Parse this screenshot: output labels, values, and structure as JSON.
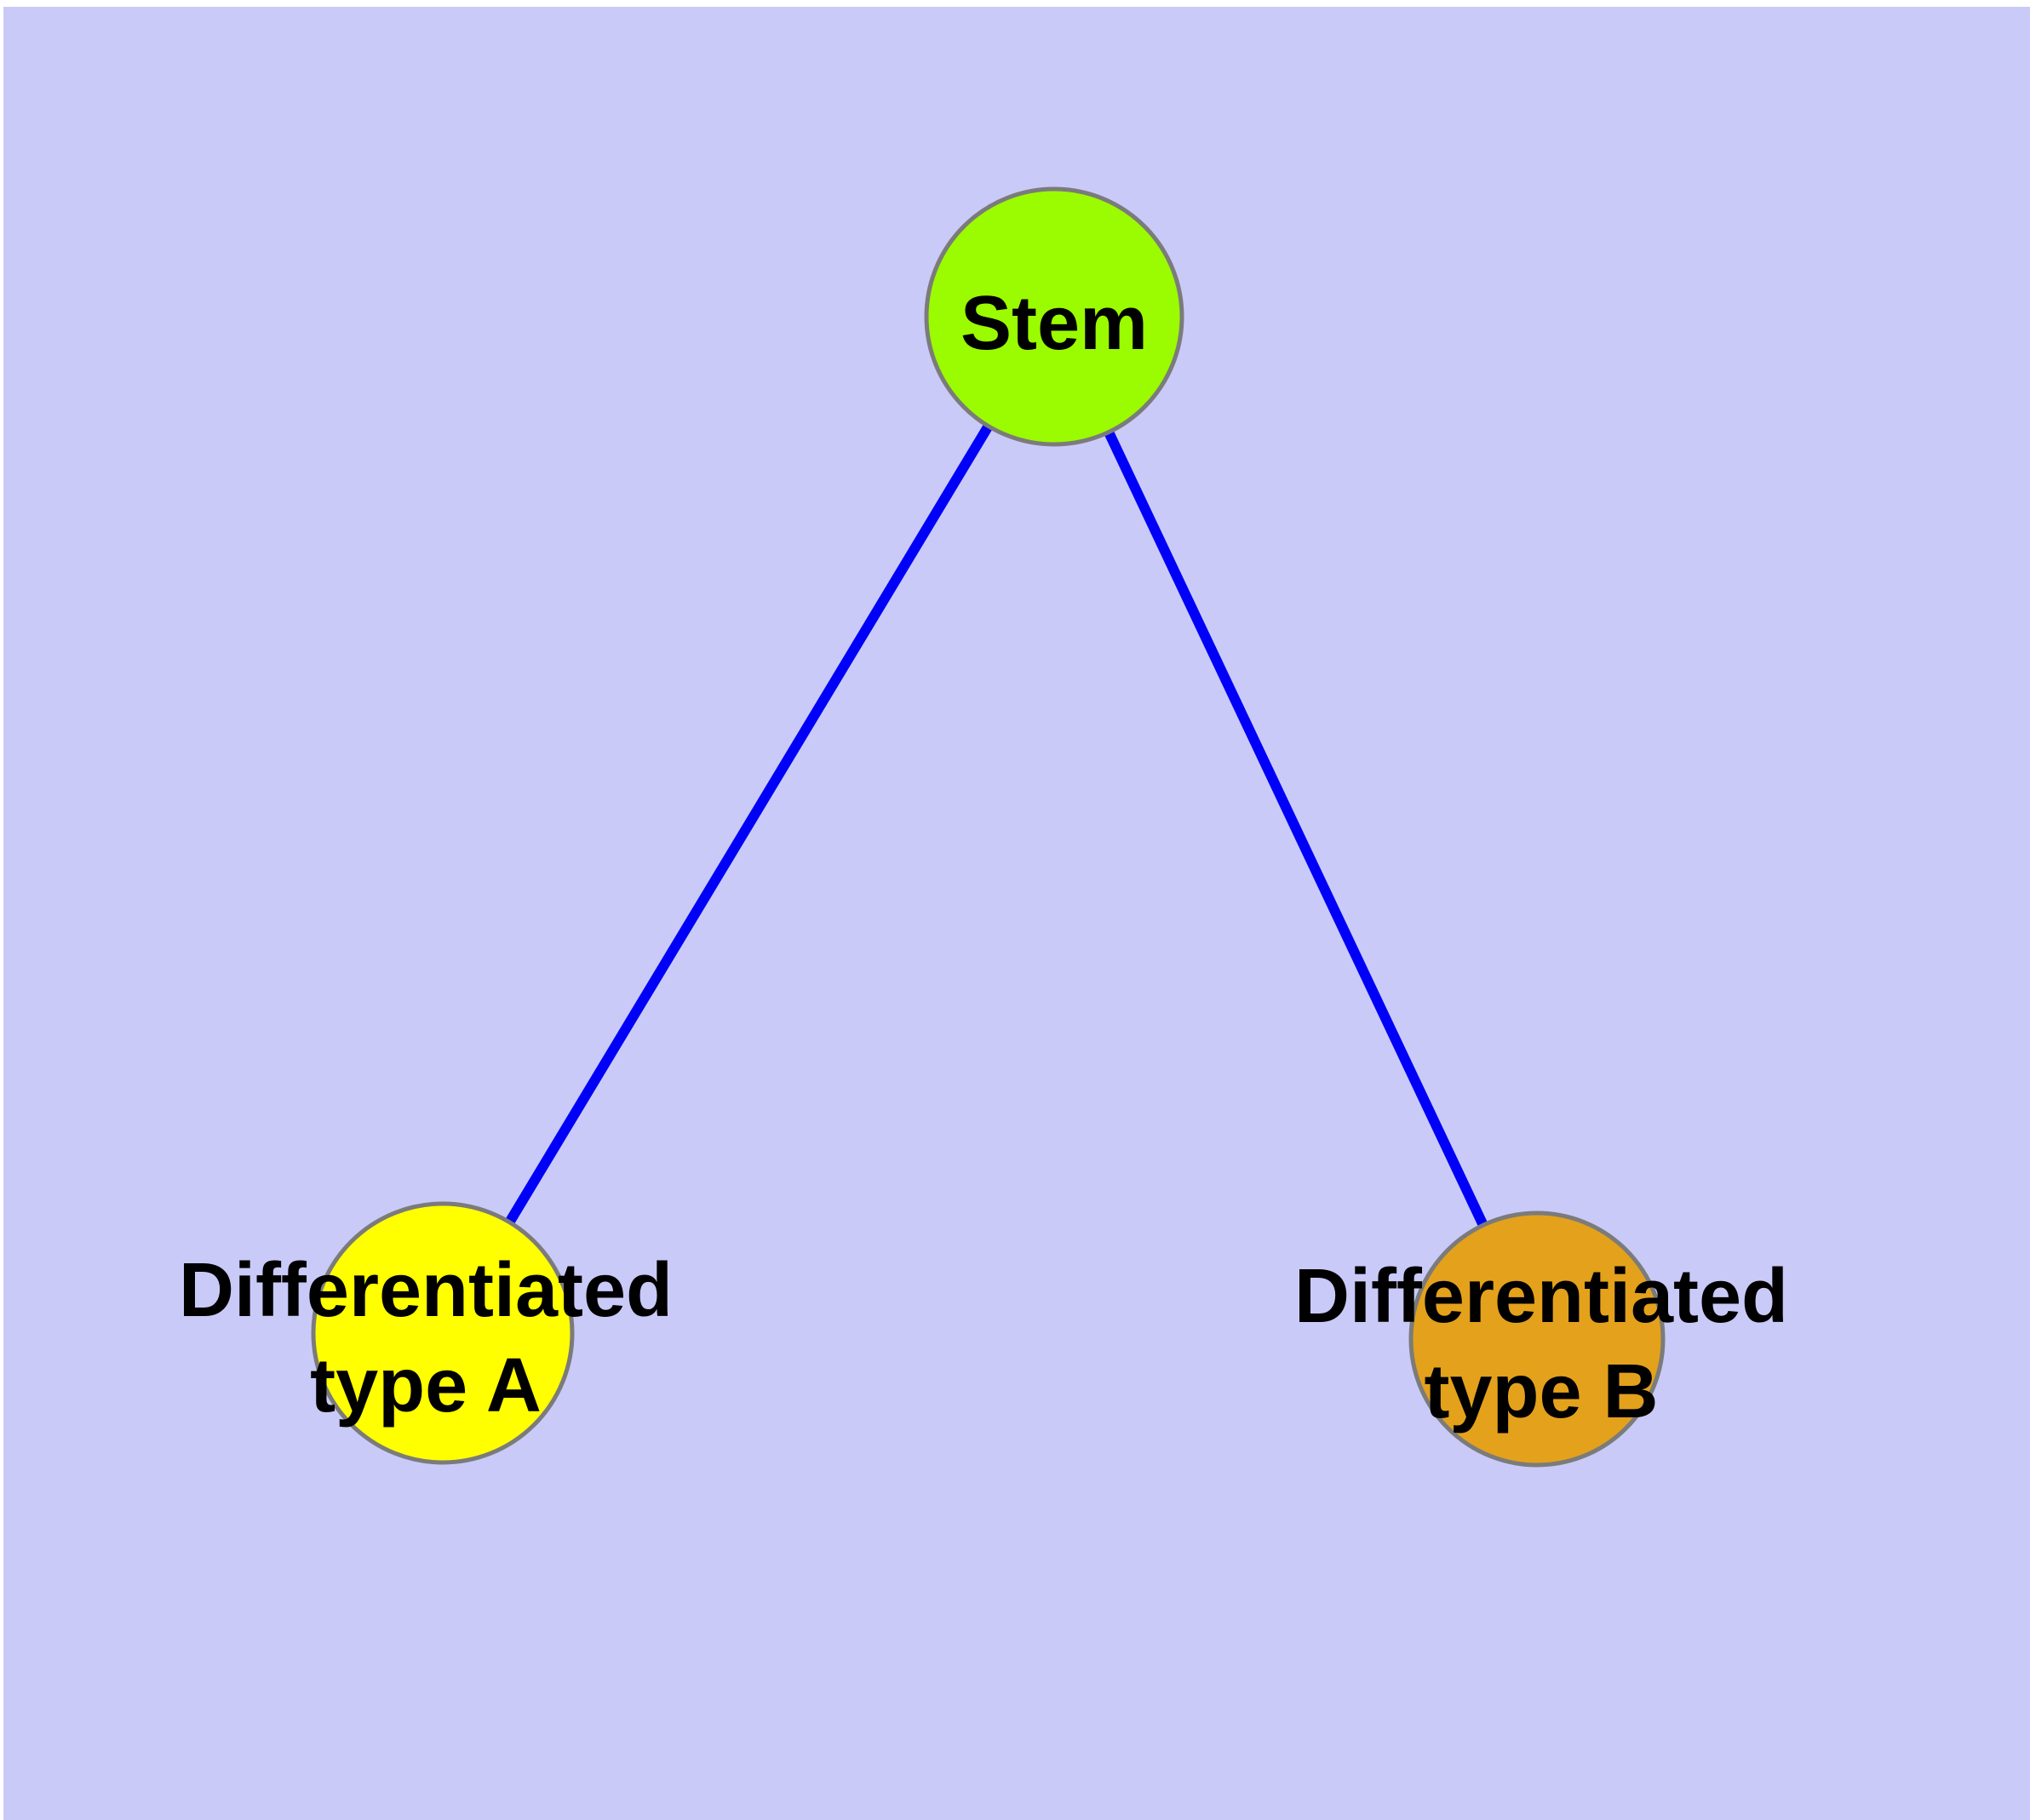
{
  "diagram": {
    "type": "graph",
    "background_color": "#CACAF8",
    "frame_color": "#FFFFFF",
    "edge_color": "#0000F8",
    "node_border_color": "#7B7B7B",
    "label_color": "#000000",
    "nodes": {
      "stem": {
        "label": "Stem",
        "fill_color": "#9BFB00"
      },
      "type_a": {
        "label_line1": "Differentiated",
        "label_line2": "type A",
        "fill_color": "#FFFF00"
      },
      "type_b": {
        "label_line1": "Differentiated",
        "label_line2": "type B",
        "fill_color": "#E4A11B"
      }
    },
    "edges": [
      {
        "from": "stem",
        "to": "type_a",
        "color": "#0000F8"
      },
      {
        "from": "stem",
        "to": "type_b",
        "color": "#0000F8"
      }
    ]
  }
}
